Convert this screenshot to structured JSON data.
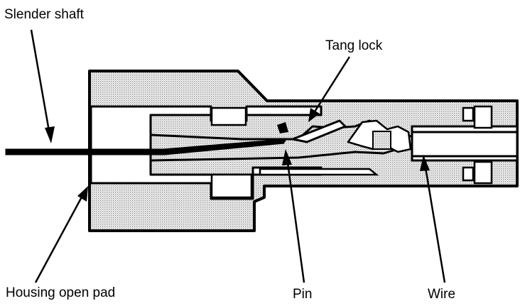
{
  "labels": {
    "slender_shaft": "Slender shaft",
    "tang_lock": "Tang lock",
    "housing_open_pad": "Housing open pad",
    "pin": "Pin",
    "wire": "Wire"
  },
  "colors": {
    "ink": "#000000",
    "stipple": "#d6d6d6",
    "paper": "#ffffff"
  }
}
